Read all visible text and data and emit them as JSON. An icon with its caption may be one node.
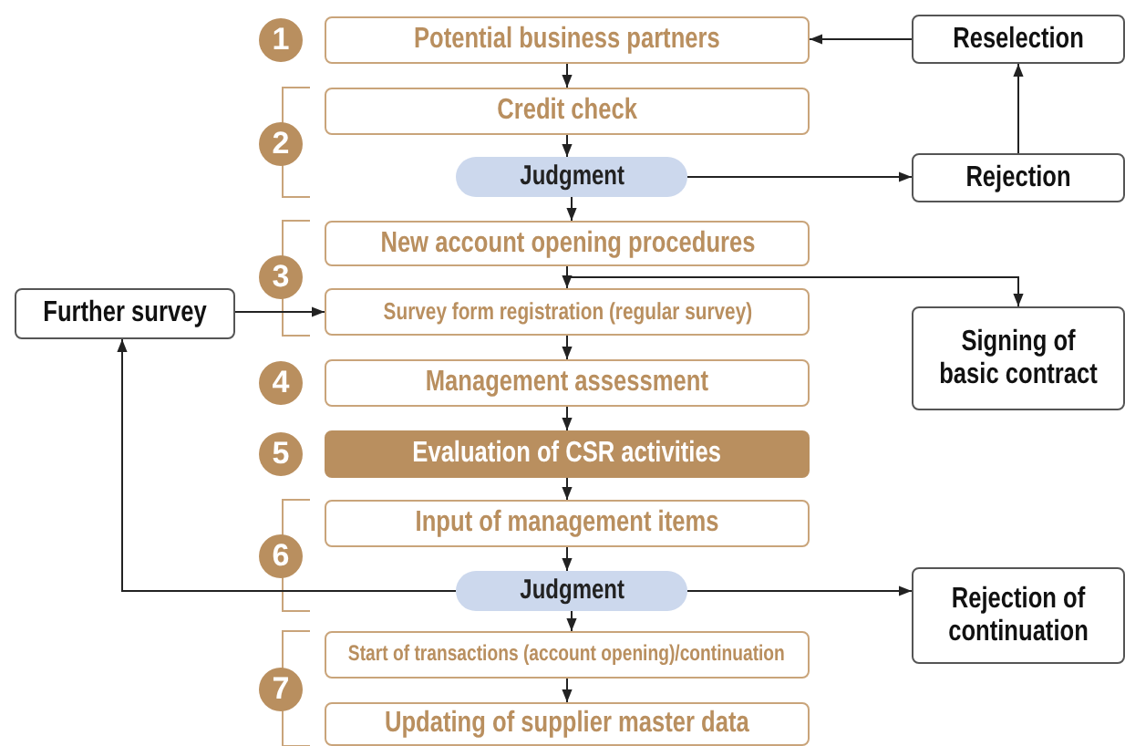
{
  "diagram": {
    "nodes": [
      {
        "text": [
          "Potential business partners"
        ]
      },
      {
        "text": [
          "Credit check"
        ]
      },
      {
        "text": [
          "Judgment"
        ]
      },
      {
        "text": [
          "New account opening procedures"
        ]
      },
      {
        "text": [
          "Survey form registration (regular survey)"
        ]
      },
      {
        "text": [
          "Management assessment"
        ]
      },
      {
        "text": [
          "Evaluation of CSR activities"
        ]
      },
      {
        "text": [
          "Input of management items"
        ]
      },
      {
        "text": [
          "Judgment"
        ]
      },
      {
        "text": [
          "Start of transactions (account opening)/continuation"
        ]
      },
      {
        "text": [
          "Updating of supplier master data"
        ]
      },
      {
        "text": [
          "Reselection"
        ]
      },
      {
        "text": [
          "Rejection"
        ]
      },
      {
        "text": [
          "Further survey"
        ]
      },
      {
        "text": [
          "Signing of basic contract"
        ]
      },
      {
        "text": [
          "Rejection of continuation"
        ]
      }
    ],
    "edges": [
      {
        "from": 0,
        "to": 1,
        "arrow": "to"
      },
      {
        "from": 1,
        "to": 2,
        "arrow": "to"
      },
      {
        "from": 2,
        "to": 3,
        "arrow": "to"
      },
      {
        "from": 3,
        "to": 4,
        "arrow": "to"
      },
      {
        "from": 4,
        "to": 5,
        "arrow": "to"
      },
      {
        "from": 5,
        "to": 6,
        "arrow": "to"
      },
      {
        "from": 6,
        "to": 7,
        "arrow": "to"
      },
      {
        "from": 7,
        "to": 8,
        "arrow": "to"
      },
      {
        "from": 8,
        "to": 9,
        "arrow": "to"
      },
      {
        "from": 9,
        "to": 10,
        "arrow": "to"
      },
      {
        "from": 2,
        "to": 12,
        "arrow": "to"
      },
      {
        "from": 12,
        "to": 11,
        "arrow": "to"
      },
      {
        "from": 11,
        "to": 0,
        "arrow": "to"
      },
      {
        "from": 3,
        "to": 14,
        "arrow": "to"
      },
      {
        "from": 13,
        "to": 4,
        "arrow": "to"
      },
      {
        "from": 8,
        "to": 13,
        "arrow": "to"
      },
      {
        "from": 8,
        "to": 15,
        "arrow": "to"
      }
    ],
    "labels": [
      "1",
      "2",
      "3",
      "4",
      "5",
      "6",
      "7"
    ]
  }
}
